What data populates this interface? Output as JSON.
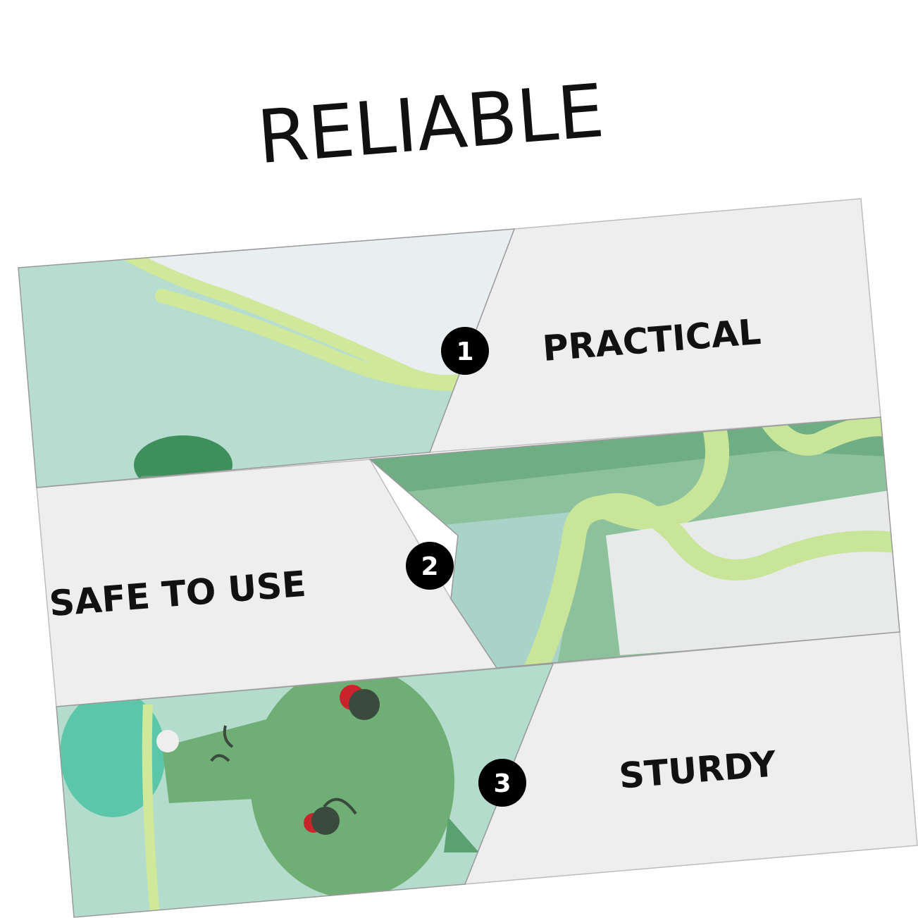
{
  "title": "RELIABLE",
  "features": [
    {
      "number": "1",
      "label": "PRACTICAL"
    },
    {
      "number": "2",
      "label": "SAFE TO USE"
    },
    {
      "number": "3",
      "label": "STURDY"
    }
  ],
  "colors": {
    "panel_gray": "#eeeeee",
    "bib_mint": "#b7dcd0",
    "bib_green": "#6fae84",
    "trim_lime": "#cfe89a",
    "badge_black": "#000000",
    "text_dark": "#111111"
  }
}
